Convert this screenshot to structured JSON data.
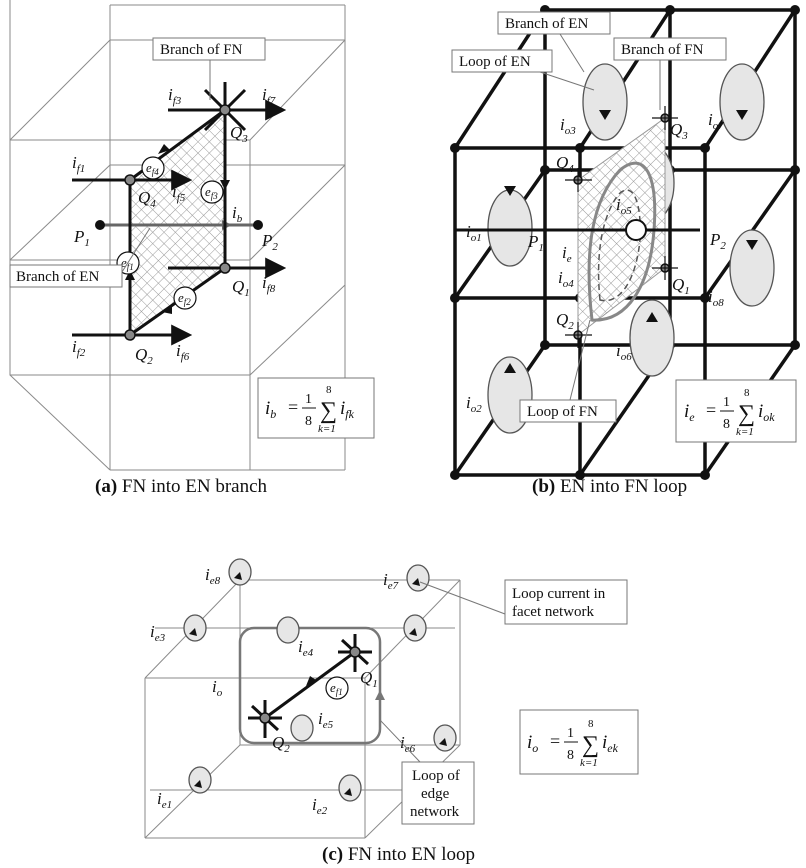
{
  "panel_a": {
    "caption_tag": "(a)",
    "caption_text": "FN into EN branch",
    "callout_fn": "Branch of FN",
    "callout_en": "Branch of EN",
    "formula_lhs": "i",
    "formula_lhs_sub": "b",
    "formula_num": "1",
    "formula_den": "8",
    "formula_top": "8",
    "formula_bottom": "k=1",
    "formula_term": "i",
    "formula_term_sub": "fk",
    "labels": {
      "Q1": "Q",
      "Q1_sub": "1",
      "Q2": "Q",
      "Q2_sub": "2",
      "Q3": "Q",
      "Q3_sub": "3",
      "Q4": "Q",
      "Q4_sub": "4",
      "P1": "P",
      "P1_sub": "1",
      "P2": "P",
      "P2_sub": "2",
      "ib": "i",
      "ib_sub": "b",
      "if1": "i",
      "if1_sub": "f1",
      "if2": "i",
      "if2_sub": "f2",
      "if3": "i",
      "if3_sub": "f3",
      "if5": "i",
      "if5_sub": "f5",
      "if6": "i",
      "if6_sub": "f6",
      "if7": "i",
      "if7_sub": "f7",
      "if8": "i",
      "if8_sub": "f8",
      "ef1": "e",
      "ef1_sub": "f1",
      "ef2": "e",
      "ef2_sub": "f2",
      "ef3": "e",
      "ef3_sub": "f3",
      "ef4": "e",
      "ef4_sub": "f4"
    }
  },
  "panel_b": {
    "caption_tag": "(b)",
    "caption_text": "EN into FN loop",
    "callout_branch_en": "Branch of EN",
    "callout_loop_en": "Loop of EN",
    "callout_branch_fn": "Branch of FN",
    "callout_loop_fn": "Loop of FN",
    "formula_lhs": "i",
    "formula_lhs_sub": "e",
    "formula_num": "1",
    "formula_den": "8",
    "formula_top": "8",
    "formula_bottom": "k=1",
    "formula_term": "i",
    "formula_term_sub": "ok",
    "labels": {
      "Q1": "Q",
      "Q1_sub": "1",
      "Q2": "Q",
      "Q2_sub": "2",
      "Q3": "Q",
      "Q3_sub": "3",
      "Q4": "Q",
      "Q4_sub": "4",
      "P1": "P",
      "P1_sub": "1",
      "P2": "P",
      "P2_sub": "2",
      "ie": "i",
      "ie_sub": "e",
      "io1": "i",
      "io1_sub": "o1",
      "io2": "i",
      "io2_sub": "o2",
      "io3": "i",
      "io3_sub": "o3",
      "io4": "i",
      "io4_sub": "o4",
      "io5": "i",
      "io5_sub": "o5",
      "io6": "i",
      "io6_sub": "o6",
      "io7": "i",
      "io7_sub": "o7",
      "io8": "i",
      "io8_sub": "o8"
    }
  },
  "panel_c": {
    "caption_tag": "(c)",
    "caption_text": "FN into EN loop",
    "callout_loop_current_1": "Loop current in",
    "callout_loop_current_2": "facet network",
    "callout_loop_edge_1": "Loop of",
    "callout_loop_edge_2": "edge",
    "callout_loop_edge_3": "network",
    "formula_lhs": "i",
    "formula_lhs_sub": "o",
    "formula_num": "1",
    "formula_den": "8",
    "formula_top": "8",
    "formula_bottom": "k=1",
    "formula_term": "i",
    "formula_term_sub": "ek",
    "labels": {
      "Q1": "Q",
      "Q1_sub": "1",
      "Q2": "Q",
      "Q2_sub": "2",
      "io": "i",
      "io_sub": "o",
      "ef1": "e",
      "ef1_sub": "f1",
      "ie1": "i",
      "ie1_sub": "e1",
      "ie2": "i",
      "ie2_sub": "e2",
      "ie3": "i",
      "ie3_sub": "e3",
      "ie4": "i",
      "ie4_sub": "e4",
      "ie5": "i",
      "ie5_sub": "e5",
      "ie6": "i",
      "ie6_sub": "e6",
      "ie7": "i",
      "ie7_sub": "e7",
      "ie8": "i",
      "ie8_sub": "e8"
    }
  }
}
